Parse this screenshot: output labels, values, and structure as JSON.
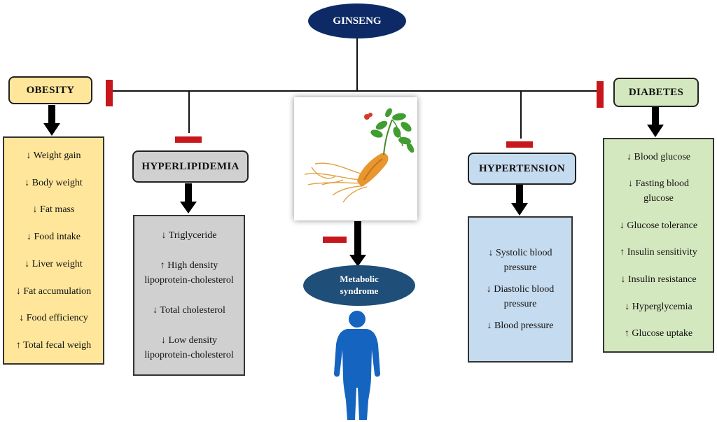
{
  "center": {
    "title": "GINSENG",
    "outcome": "Metabolic syndrome"
  },
  "obesity": {
    "title": "OBESITY",
    "effects": [
      "↓ Weight gain",
      "↓ Body weight",
      "↓ Fat mass",
      "↓ Food intake",
      "↓ Liver weight",
      "↓ Fat accumulation",
      "↓ Food efficiency",
      "↑ Total fecal weigh"
    ]
  },
  "hyperlipidemia": {
    "title": "HYPERLIPIDEMIA",
    "effects": [
      "↓ Triglyceride",
      "↑ High density lipoprotein-cholesterol",
      "↓ Total cholesterol",
      "↓ Low density lipoprotein-cholesterol"
    ]
  },
  "hypertension": {
    "title": "HYPERTENSION",
    "effects": [
      "↓ Systolic blood pressure",
      "↓ Diastolic blood pressure",
      "↓ Blood pressure"
    ]
  },
  "diabetes": {
    "title": "DIABETES",
    "effects": [
      "↓ Blood glucose",
      "↓ Fasting blood glucose",
      "↓ Glucose tolerance",
      "↑ Insulin sensitivity",
      "↓ Insulin resistance",
      "↓ Hyperglycemia",
      "↑ Glucose uptake"
    ]
  },
  "colors": {
    "ginseng_oval": "#0e2a66",
    "outcome_oval": "#1f4e79",
    "obesity_fill": "#ffe69a",
    "hyperlipidemia_fill": "#d0d0d0",
    "hypertension_fill": "#c5dbef",
    "diabetes_fill": "#d4e8bf",
    "inhibitor": "#c8161d",
    "human_figure": "#1565c0"
  }
}
